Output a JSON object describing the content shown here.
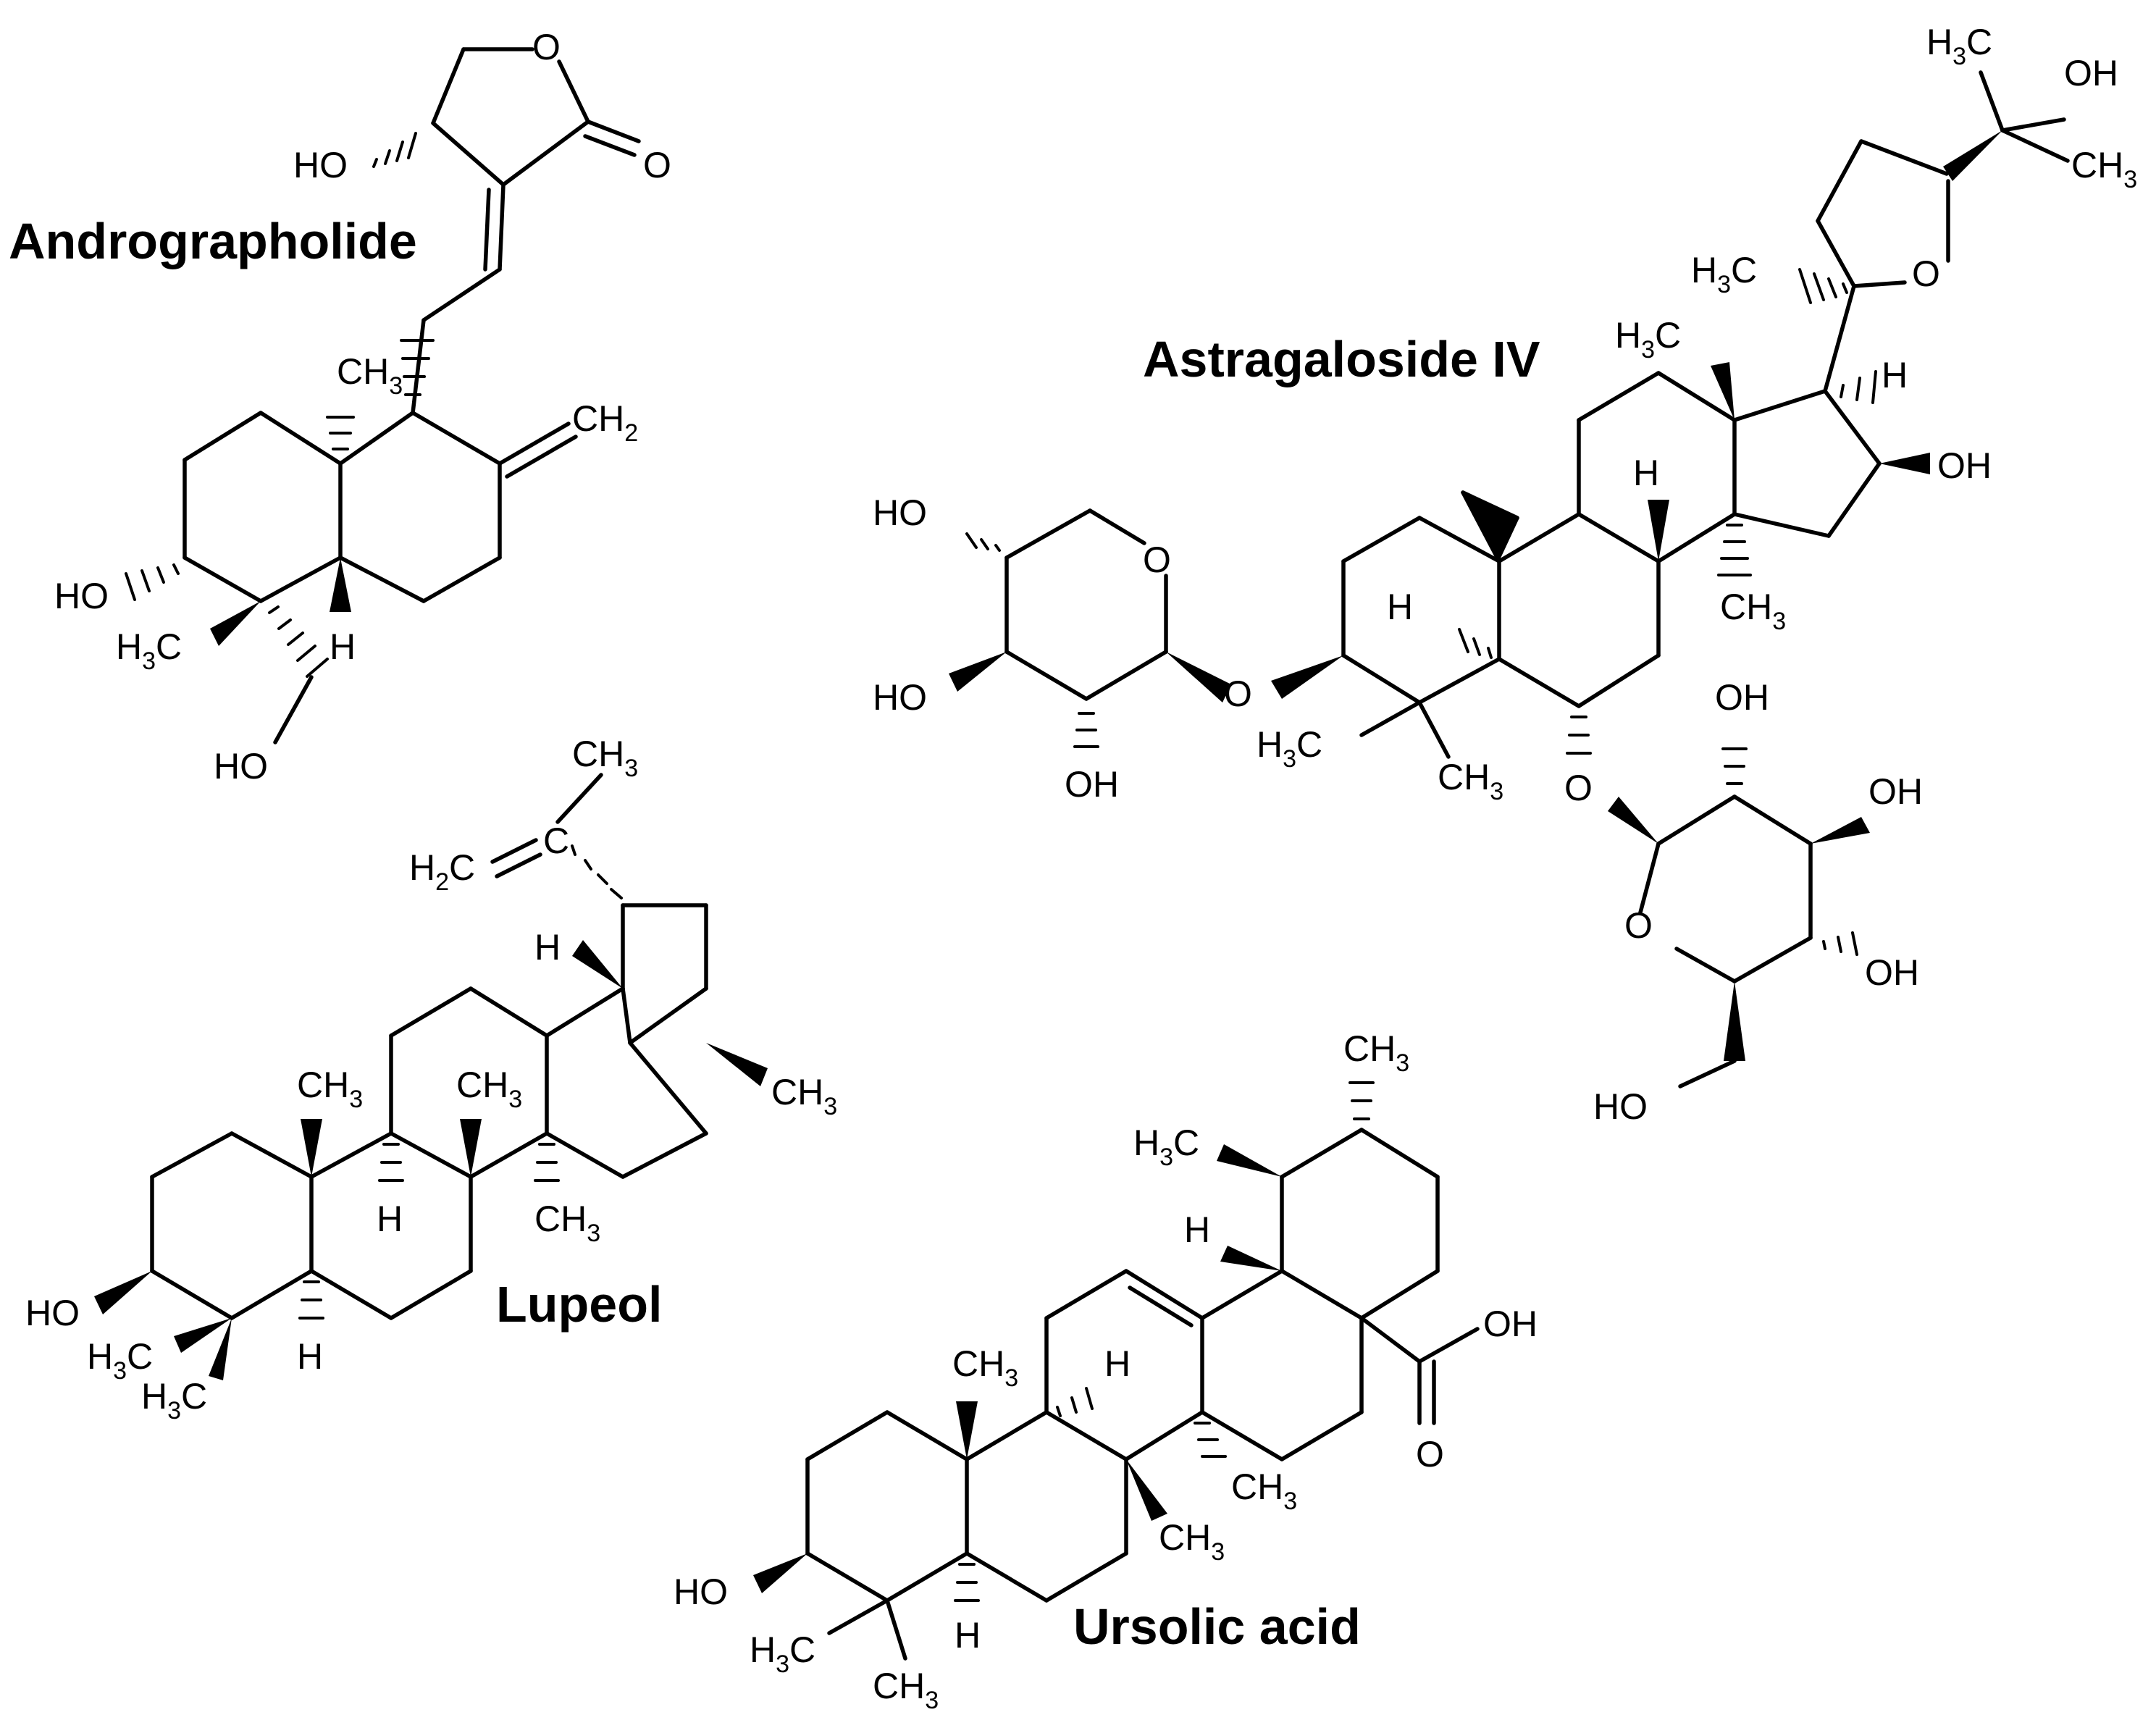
{
  "molecules": {
    "andrographolide": {
      "name": "Andrographolide",
      "labels": {
        "o_ring": "O",
        "o_carbonyl": "O",
        "ho_lactone": "HO",
        "ch3_angular": "CH",
        "ch3_angular_sub": "3",
        "ch2": "CH",
        "ch2_sub": "2",
        "ho_c3": "HO",
        "h3c": "H",
        "h3c_sub": "3",
        "h3c_c": "C",
        "h_c5": "H",
        "ho_ch2oh": "HO"
      }
    },
    "astragaloside": {
      "name": "Astragaloside IV",
      "labels": {
        "top_h3c": "H",
        "top_h3c_sub": "3",
        "top_h3c_c": "C",
        "top_oh": "OH",
        "top_ch3": "CH",
        "top_ch3_sub": "3",
        "furan_h3c": "H",
        "furan_h3c_sub": "3",
        "furan_h3c_c": "C",
        "furan_o": "O",
        "c18_h3c": "H",
        "c18_h3c_sub": "3",
        "c18_h3c_c": "C",
        "h17": "H",
        "oh16": "OH",
        "h8": "H",
        "ch3_14": "CH",
        "ch3_14_sub": "3",
        "h5": "H",
        "xyl_ho4": "HO",
        "xyl_o": "O",
        "xyl_ho3": "HO",
        "xyl_oh2": "OH",
        "o3": "O",
        "h3c_4a": "H",
        "h3c_4a_sub": "3",
        "h3c_4a_c": "C",
        "ch3_4b": "CH",
        "ch3_4b_sub": "3",
        "o6": "O",
        "glc_oh2": "OH",
        "glc_oh3": "OH",
        "glc_o": "O",
        "glc_oh4": "OH",
        "glc_ho6": "HO"
      }
    },
    "lupeol": {
      "name": "Lupeol",
      "labels": {
        "iso_ch3": "CH",
        "iso_ch3_sub": "3",
        "h2c": "H",
        "h2c_sub": "2",
        "h2c_c": "C",
        "c_iso": "C",
        "h19": "H",
        "ch3_17": "CH",
        "ch3_17_sub": "3",
        "ch3_10": "CH",
        "ch3_10_sub": "3",
        "ch3_8": "CH",
        "ch3_8_sub": "3",
        "h9": "H",
        "ch3_14": "CH",
        "ch3_14_sub": "3",
        "ho3": "HO",
        "h3c_4a": "H",
        "h3c_4a_sub": "3",
        "h3c_4a_c": "C",
        "h3c_4b": "H",
        "h3c_4b_sub": "3",
        "h3c_4b_c": "C",
        "h5": "H"
      }
    },
    "ursolic": {
      "name": "Ursolic acid",
      "labels": {
        "ch3_20": "CH",
        "ch3_20_sub": "3",
        "h3c_19": "H",
        "h3c_19_sub": "3",
        "h3c_19_c": "C",
        "h18": "H",
        "oh_acid": "OH",
        "o_acid": "O",
        "ch3_10": "CH",
        "ch3_10_sub": "3",
        "h9": "H",
        "ch3_14": "CH",
        "ch3_14_sub": "3",
        "ch3_8": "CH",
        "ch3_8_sub": "3",
        "ho3": "HO",
        "h3c_4a": "H",
        "h3c_4a_sub": "3",
        "h3c_4a_c": "C",
        "ch3_4b": "CH",
        "ch3_4b_sub": "3",
        "h5": "H"
      }
    }
  }
}
